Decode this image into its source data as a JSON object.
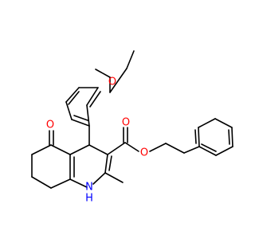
{
  "molecule": {
    "atom_labels": {
      "ether_oxygen": "O",
      "ketone_oxygen": "O",
      "ester_carbonyl_oxygen": "O",
      "ester_oxygen": "O",
      "ring_nitrogen": "N",
      "ring_nitrogen_h": "H"
    },
    "colors": {
      "bond": "#000000",
      "oxygen": "#ff0000",
      "nitrogen": "#0000ff",
      "background": "#ffffff"
    }
  }
}
